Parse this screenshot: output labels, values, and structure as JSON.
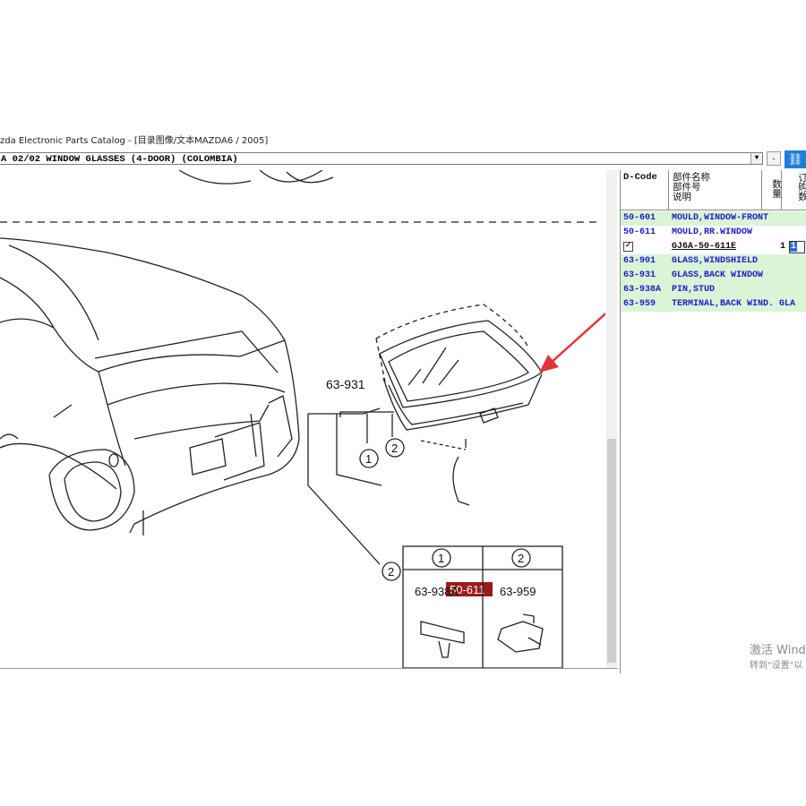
{
  "window": {
    "title": "zda Electronic Parts Catalog - [目录图像/文本MAZDA6 / 2005]"
  },
  "toolbar": {
    "section_value": "A 02/02 WINDOW GLASSES (4-DOOR) (COLOMBIA)",
    "dropdown_icon": "chevron-down-icon",
    "extra_button_glyph": "-"
  },
  "diagram": {
    "callout_group": "63-931",
    "callout_1": "1",
    "callout_2": "2",
    "callout_2b": "2",
    "highlight_label": "50-611",
    "legend": [
      {
        "num": "1",
        "part": "63-938A"
      },
      {
        "num": "2",
        "part": "63-959"
      }
    ],
    "arrow_color": "#e0363a",
    "highlight_color": "#9b1c1c"
  },
  "parts_table": {
    "header": {
      "dcode": "D-Code",
      "name_line1": "部件名称",
      "name_line2": "部件号",
      "name_line3": "说明",
      "qty": "数量",
      "order": "订购数"
    },
    "rows": [
      {
        "code": "50-601",
        "desc": "MOULD,WINDOW-FRONT"
      },
      {
        "code": "50-611",
        "desc": "MOULD,RR.WINDOW"
      },
      {
        "code": "63-901",
        "desc": "GLASS,WINDSHIELD"
      },
      {
        "code": "63-931",
        "desc": "GLASS,BACK WINDOW"
      },
      {
        "code": "63-938A",
        "desc": "PIN,STUD"
      },
      {
        "code": "63-959",
        "desc": "TERMINAL,BACK WIND. GLA"
      }
    ],
    "detail_row": {
      "checked": true,
      "part_number": "GJ6A-50-611E",
      "qty": "1",
      "order_value": "1"
    }
  },
  "watermark": {
    "line1": "激活 Wind",
    "line2": "转到\"设置\"以"
  }
}
